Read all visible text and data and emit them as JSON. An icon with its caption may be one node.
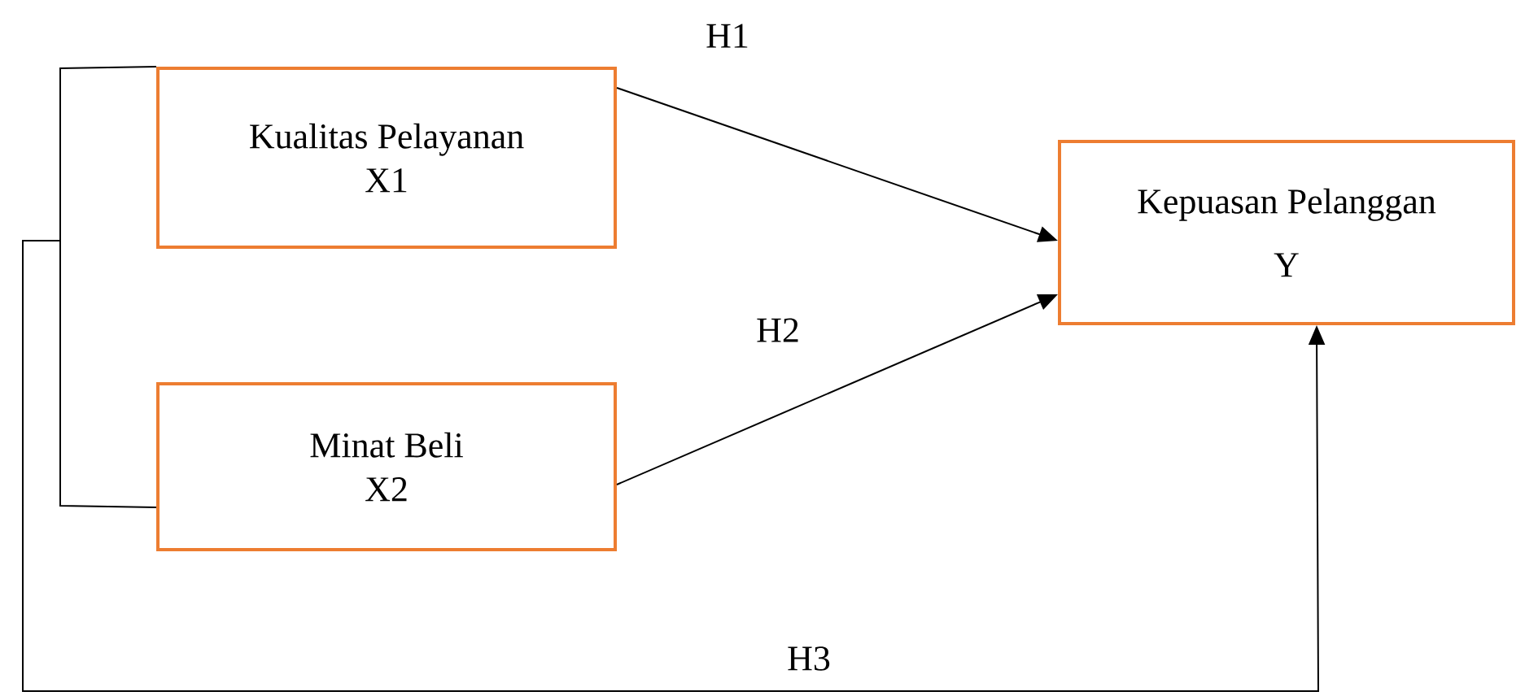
{
  "diagram": {
    "nodes": [
      {
        "text": [
          "Kualitas Pelayanan",
          "X1"
        ]
      },
      {
        "text": [
          "Minat Beli",
          "X2"
        ]
      },
      {
        "text": [
          "Kepuasan Pelanggan",
          "Y"
        ]
      }
    ],
    "edges": [
      {
        "from": 0,
        "to": 2,
        "arrow": "to",
        "label": "H1"
      },
      {
        "from": 1,
        "to": 2,
        "arrow": "to",
        "label": "H2"
      },
      {
        "from": 0,
        "to": 2,
        "arrow": "to",
        "label": "H3"
      },
      {
        "from": 1,
        "to": 2,
        "arrow": "to"
      }
    ]
  }
}
